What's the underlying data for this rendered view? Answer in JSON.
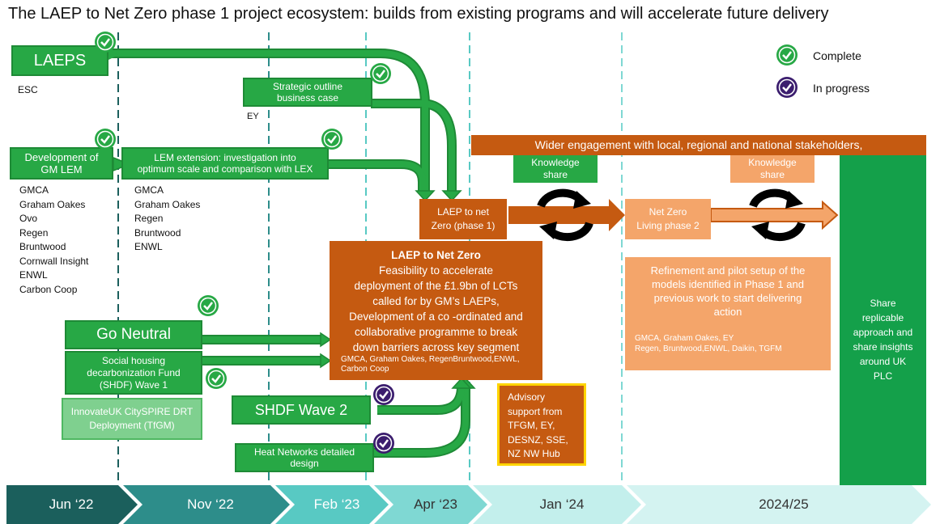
{
  "title": "The LAEP to Net Zero phase 1 project ecosystem:  builds from existing programs and will accelerate future delivery",
  "legend": {
    "complete": "Complete",
    "in_progress": "In progress"
  },
  "colors": {
    "green": "#27a845",
    "dark_green": "#1e8a36",
    "orange": "#c55a11",
    "light_orange": "#f4a56a",
    "purple": "#3b1d6e",
    "yellow": "#ffd400",
    "bright_green": "#14a04a"
  },
  "boxes": {
    "laeps": "LAEPS",
    "laeps_sub": "ESC",
    "strategic": [
      "Strategic outline",
      "business case"
    ],
    "strategic_sub": "EY",
    "gm_lem": [
      "Development of",
      "GM LEM"
    ],
    "gm_lem_partners": [
      "GMCA",
      "Graham Oakes",
      "Ovo",
      "Regen",
      "Bruntwood",
      "Cornwall Insight",
      "ENWL",
      "Carbon Coop"
    ],
    "lem_ext": [
      "LEM extension: investigation into",
      "optimum scale and comparison with LEX"
    ],
    "lem_ext_partners": [
      "GMCA",
      "Graham Oakes",
      "Regen",
      "Bruntwood",
      "ENWL"
    ],
    "go_neutral": "Go Neutral",
    "shdf1": [
      "Social housing",
      "decarbonization Fund",
      "(SHDF) Wave 1"
    ],
    "innovate": [
      "InnovateUK CitySPIRE DRT",
      "Deployment  (TfGM)"
    ],
    "shdf2": "SHDF Wave 2",
    "heat": [
      "Heat Networks detailed",
      "design"
    ],
    "wider": "Wider engagement with local, regional and national stakeholders,",
    "knowledge1": [
      "Knowledge",
      "share"
    ],
    "knowledge2": [
      "Knowledge",
      "share"
    ],
    "laep_p1": [
      "LAEP to net",
      "Zero (phase 1)"
    ],
    "laep_main_title": "LAEP to Net Zero",
    "laep_main_body": [
      "Feasibility to accelerate",
      "deployment of the £1.9bn of LCTs",
      "called for by GM’s LAEPs,",
      "Development of a co -ordinated and",
      "collaborative programme to break",
      "down barriers across key segment"
    ],
    "laep_main_partners": [
      "GMCA, Graham Oakes, RegenBruntwood,ENWL,",
      "Carbon Coop"
    ],
    "advisory": [
      "Advisory",
      "support from",
      "TFGM, EY,",
      "DESNZ, SSE,",
      "NZ NW Hub"
    ],
    "nzlp2": [
      "Net Zero",
      "Living phase 2"
    ],
    "refinement": [
      "Refinement and pilot setup of the",
      "models identified in Phase 1 and",
      "previous work to start delivering",
      "action"
    ],
    "refinement_partners": [
      "GMCA, Graham Oakes, EY",
      "Regen, Bruntwood,ENWL, Daikin, TGFM"
    ],
    "share": [
      "Share",
      "replicable",
      "approach and",
      "share insights",
      "around UK",
      "PLC"
    ]
  },
  "timeline": [
    {
      "label": "Jun ‘22",
      "color": "#1b5f5c",
      "text": "#ffffff"
    },
    {
      "label": "Nov ‘22",
      "color": "#2d8d8a",
      "text": "#ffffff"
    },
    {
      "label": "Feb ‘23",
      "color": "#58c9c3",
      "text": "#ffffff"
    },
    {
      "label": "Apr ‘23",
      "color": "#7fd8d3",
      "text": "#333333"
    },
    {
      "label": "Jan ‘24",
      "color": "#c3efec",
      "text": "#333333"
    },
    {
      "label": "2024/25",
      "color": "#d4f3f1",
      "text": "#333333"
    }
  ]
}
